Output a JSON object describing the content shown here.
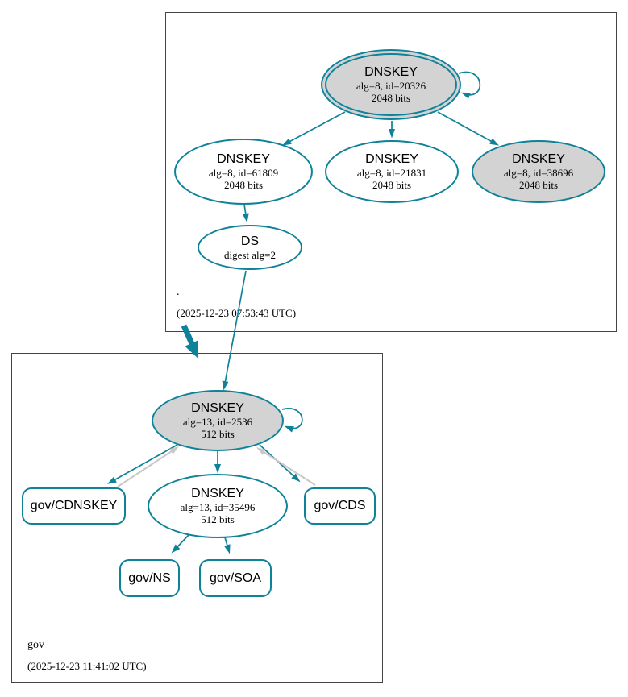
{
  "diagram_type": "dnssec-authentication-chain",
  "colors": {
    "edge_secure_teal": "#0e8299",
    "edge_gray": "#c9c9c9",
    "node_fill_gray": "#d3d3d3",
    "node_fill_white": "#ffffff",
    "zone_box_border": "#444444"
  },
  "zones": {
    "root": {
      "label": ".",
      "timestamp": "(2025-12-23 07:53:43 UTC)"
    },
    "gov": {
      "label": "gov",
      "timestamp": "(2025-12-23 11:41:02 UTC)"
    }
  },
  "nodes": {
    "root_ksk_20326": {
      "title": "DNSKEY",
      "detail1": "alg=8, id=20326",
      "detail2": "2048 bits"
    },
    "root_key_61809": {
      "title": "DNSKEY",
      "detail1": "alg=8, id=61809",
      "detail2": "2048 bits"
    },
    "root_key_21831": {
      "title": "DNSKEY",
      "detail1": "alg=8, id=21831",
      "detail2": "2048 bits"
    },
    "root_key_38696": {
      "title": "DNSKEY",
      "detail1": "alg=8, id=38696",
      "detail2": "2048 bits"
    },
    "root_ds": {
      "title": "DS",
      "detail1": "digest alg=2"
    },
    "gov_ksk_2536": {
      "title": "DNSKEY",
      "detail1": "alg=13, id=2536",
      "detail2": "512 bits"
    },
    "gov_key_35496": {
      "title": "DNSKEY",
      "detail1": "alg=13, id=35496",
      "detail2": "512 bits"
    },
    "gov_cdnskey": {
      "label": "gov/CDNSKEY"
    },
    "gov_cds": {
      "label": "gov/CDS"
    },
    "gov_ns": {
      "label": "gov/NS"
    },
    "gov_soa": {
      "label": "gov/SOA"
    }
  },
  "edges": [
    {
      "from": "root_ksk_20326",
      "to": "root_ksk_20326",
      "style": "teal-self-loop"
    },
    {
      "from": "root_ksk_20326",
      "to": "root_key_61809",
      "style": "teal"
    },
    {
      "from": "root_ksk_20326",
      "to": "root_key_21831",
      "style": "teal"
    },
    {
      "from": "root_ksk_20326",
      "to": "root_key_38696",
      "style": "teal"
    },
    {
      "from": "root_key_61809",
      "to": "root_ds",
      "style": "teal"
    },
    {
      "from": "root_ds",
      "to": "gov_ksk_2536",
      "style": "teal"
    },
    {
      "from": "zone-root",
      "to": "zone-gov",
      "style": "teal-thick-delegation"
    },
    {
      "from": "gov_ksk_2536",
      "to": "gov_ksk_2536",
      "style": "teal-self-loop"
    },
    {
      "from": "gov_ksk_2536",
      "to": "gov_cdnskey",
      "style": "teal"
    },
    {
      "from": "gov_cdnskey",
      "to": "gov_ksk_2536",
      "style": "gray"
    },
    {
      "from": "gov_ksk_2536",
      "to": "gov_key_35496",
      "style": "teal"
    },
    {
      "from": "gov_ksk_2536",
      "to": "gov_cds",
      "style": "teal"
    },
    {
      "from": "gov_cds",
      "to": "gov_ksk_2536",
      "style": "gray"
    },
    {
      "from": "gov_key_35496",
      "to": "gov_ns",
      "style": "teal"
    },
    {
      "from": "gov_key_35496",
      "to": "gov_soa",
      "style": "teal"
    }
  ]
}
